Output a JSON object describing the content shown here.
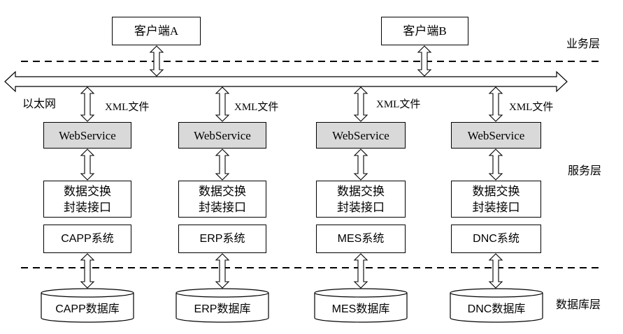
{
  "clients": [
    {
      "label": "客户端A"
    },
    {
      "label": "客户端B"
    }
  ],
  "layers": {
    "business": "业务层",
    "service": "服务层",
    "database": "数据库层"
  },
  "bus": {
    "label": "以太网"
  },
  "columns": [
    {
      "file_label": "XML文件",
      "webservice": "WebService",
      "interface_line1": "数据交换",
      "interface_line2": "封装接口",
      "system": "CAPP系统",
      "database": "CAPP数据库"
    },
    {
      "file_label": "XML文件",
      "webservice": "WebService",
      "interface_line1": "数据交换",
      "interface_line2": "封装接口",
      "system": "ERP系统",
      "database": "ERP数据库"
    },
    {
      "file_label": "XML文件",
      "webservice": "WebService",
      "interface_line1": "数据交换",
      "interface_line2": "封装接口",
      "system": "MES系统",
      "database": "MES数据库"
    },
    {
      "file_label": "XML文件",
      "webservice": "WebService",
      "interface_line1": "数据交换",
      "interface_line2": "封装接口",
      "system": "DNC系统",
      "database": "DNC数据库"
    }
  ]
}
